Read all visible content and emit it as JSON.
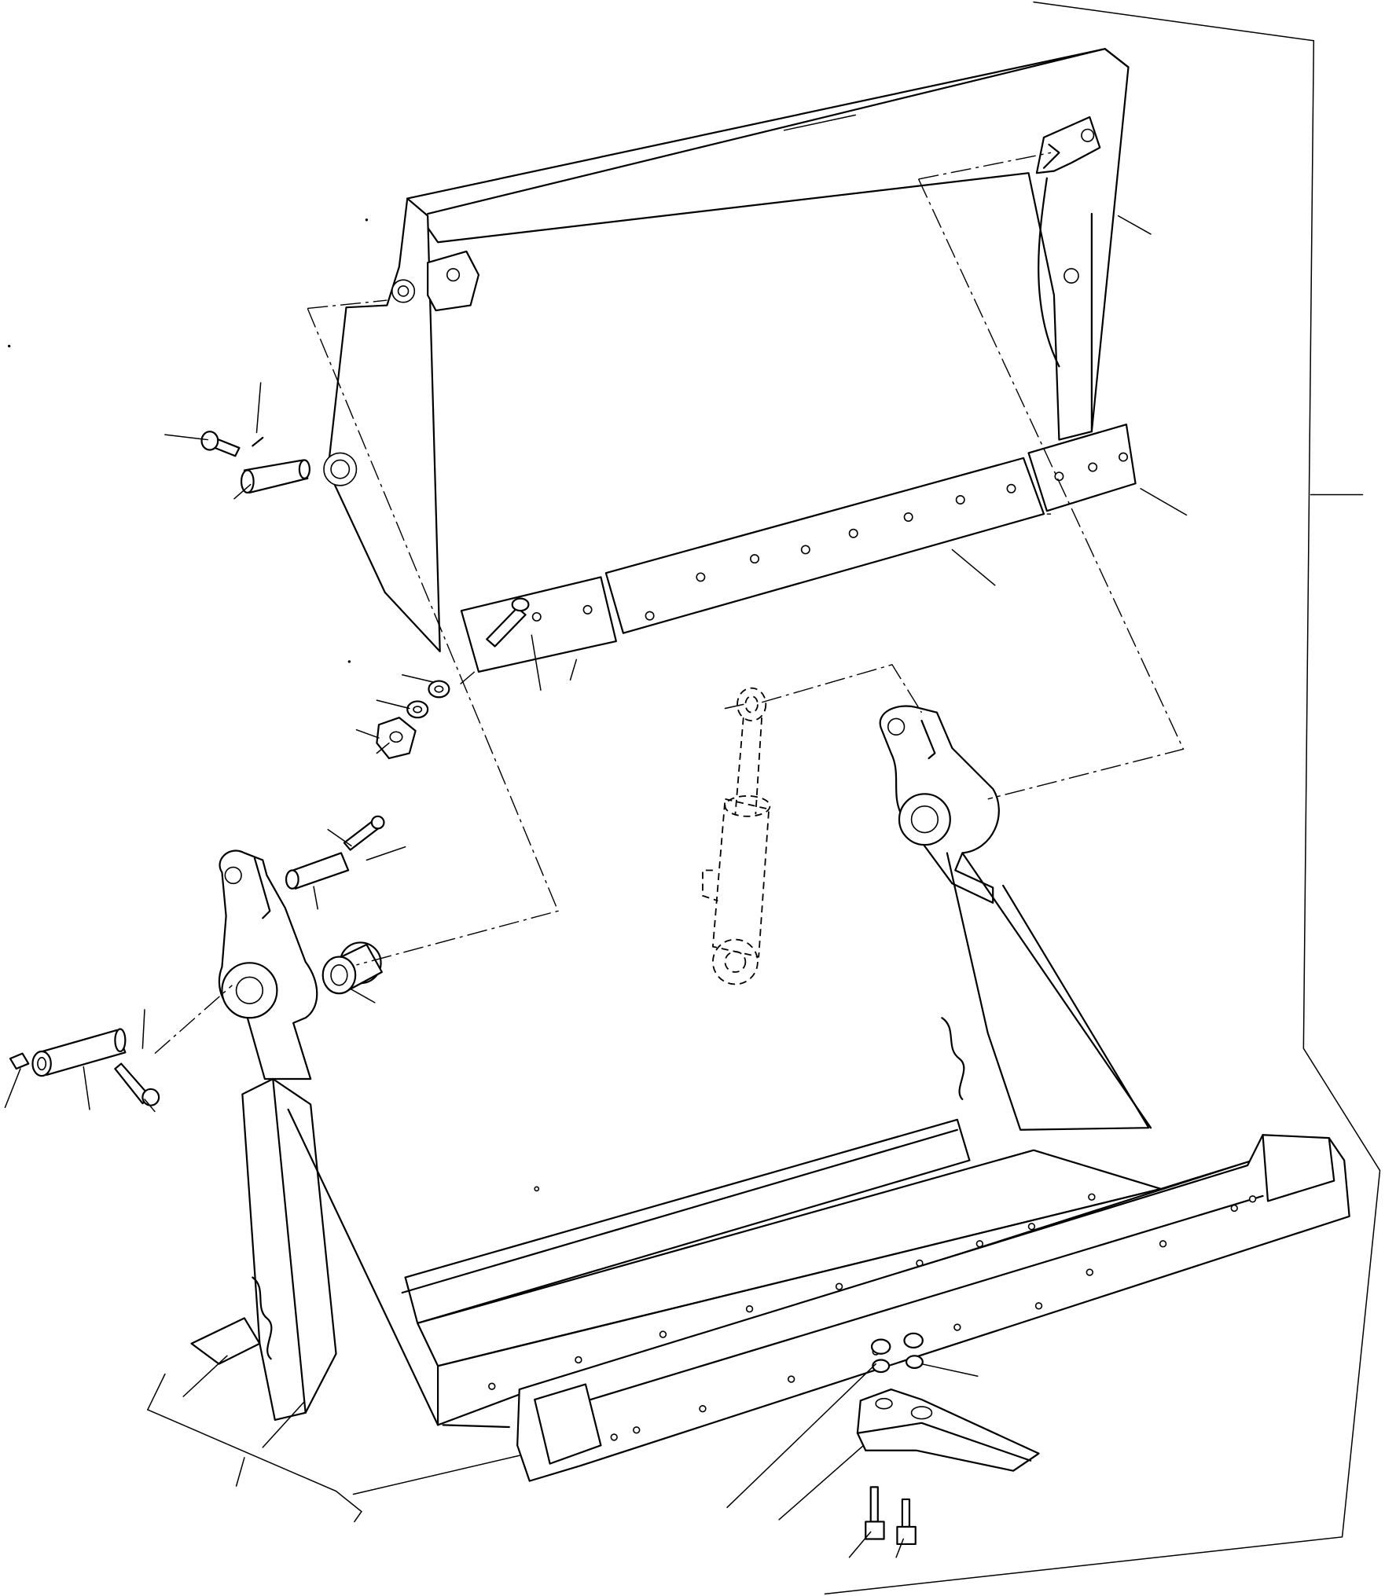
{
  "diagram": {
    "kind": "exploded-parts-view",
    "line_color": "#000000",
    "background": "#ffffff",
    "parts": [
      {
        "id": "back-plate",
        "icon": "plate-icon"
      },
      {
        "id": "upper-right-bracket",
        "icon": "bracket-icon"
      },
      {
        "id": "upper-left-ear",
        "icon": "bracket-icon"
      },
      {
        "id": "left-side-plate",
        "icon": "plate-icon"
      },
      {
        "id": "wear-strip-left",
        "icon": "strip-icon"
      },
      {
        "id": "wear-strip-center",
        "icon": "strip-icon"
      },
      {
        "id": "wear-strip-right",
        "icon": "strip-icon"
      },
      {
        "id": "hydraulic-cylinder",
        "icon": "cylinder-icon"
      },
      {
        "id": "left-arm",
        "icon": "arm-icon"
      },
      {
        "id": "right-arm",
        "icon": "arm-icon"
      },
      {
        "id": "bucket-body",
        "icon": "bucket-icon"
      },
      {
        "id": "cutting-edge",
        "icon": "edge-icon"
      },
      {
        "id": "tooth",
        "icon": "tooth-icon"
      },
      {
        "id": "pivot-pins",
        "icon": "pin-icon"
      },
      {
        "id": "bushings",
        "icon": "bushing-icon"
      },
      {
        "id": "bolts",
        "icon": "bolt-icon"
      },
      {
        "id": "nuts-washers",
        "icon": "nut-icon"
      },
      {
        "id": "grease-fitting",
        "icon": "fitting-icon"
      }
    ]
  }
}
